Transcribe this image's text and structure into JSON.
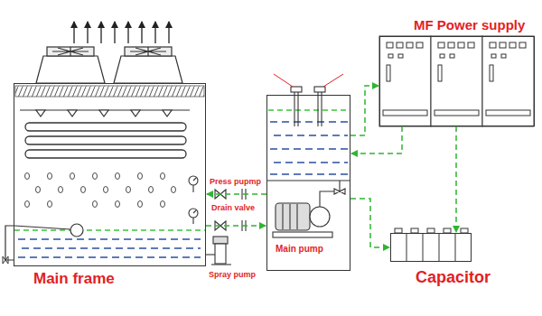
{
  "diagram": {
    "nodes": [
      {
        "text": [
          "Main frame"
        ]
      },
      {
        "text": [
          "Main pump"
        ]
      },
      {
        "text": [
          "MF Power supply"
        ]
      },
      {
        "text": [
          "Capacitor"
        ]
      }
    ],
    "edges": [
      {
        "from": 1,
        "to": 0,
        "arrow": "to"
      },
      {
        "from": 0,
        "to": 1,
        "arrow": "to"
      },
      {
        "from": 1,
        "to": 2,
        "arrow": "to"
      },
      {
        "from": 2,
        "to": 1,
        "arrow": "to"
      },
      {
        "from": 1,
        "to": 3,
        "arrow": "to"
      },
      {
        "from": 2,
        "to": 3,
        "arrow": "to"
      }
    ],
    "labels": [
      "Press pupmp",
      "Drain valve",
      "Spray pump"
    ]
  }
}
